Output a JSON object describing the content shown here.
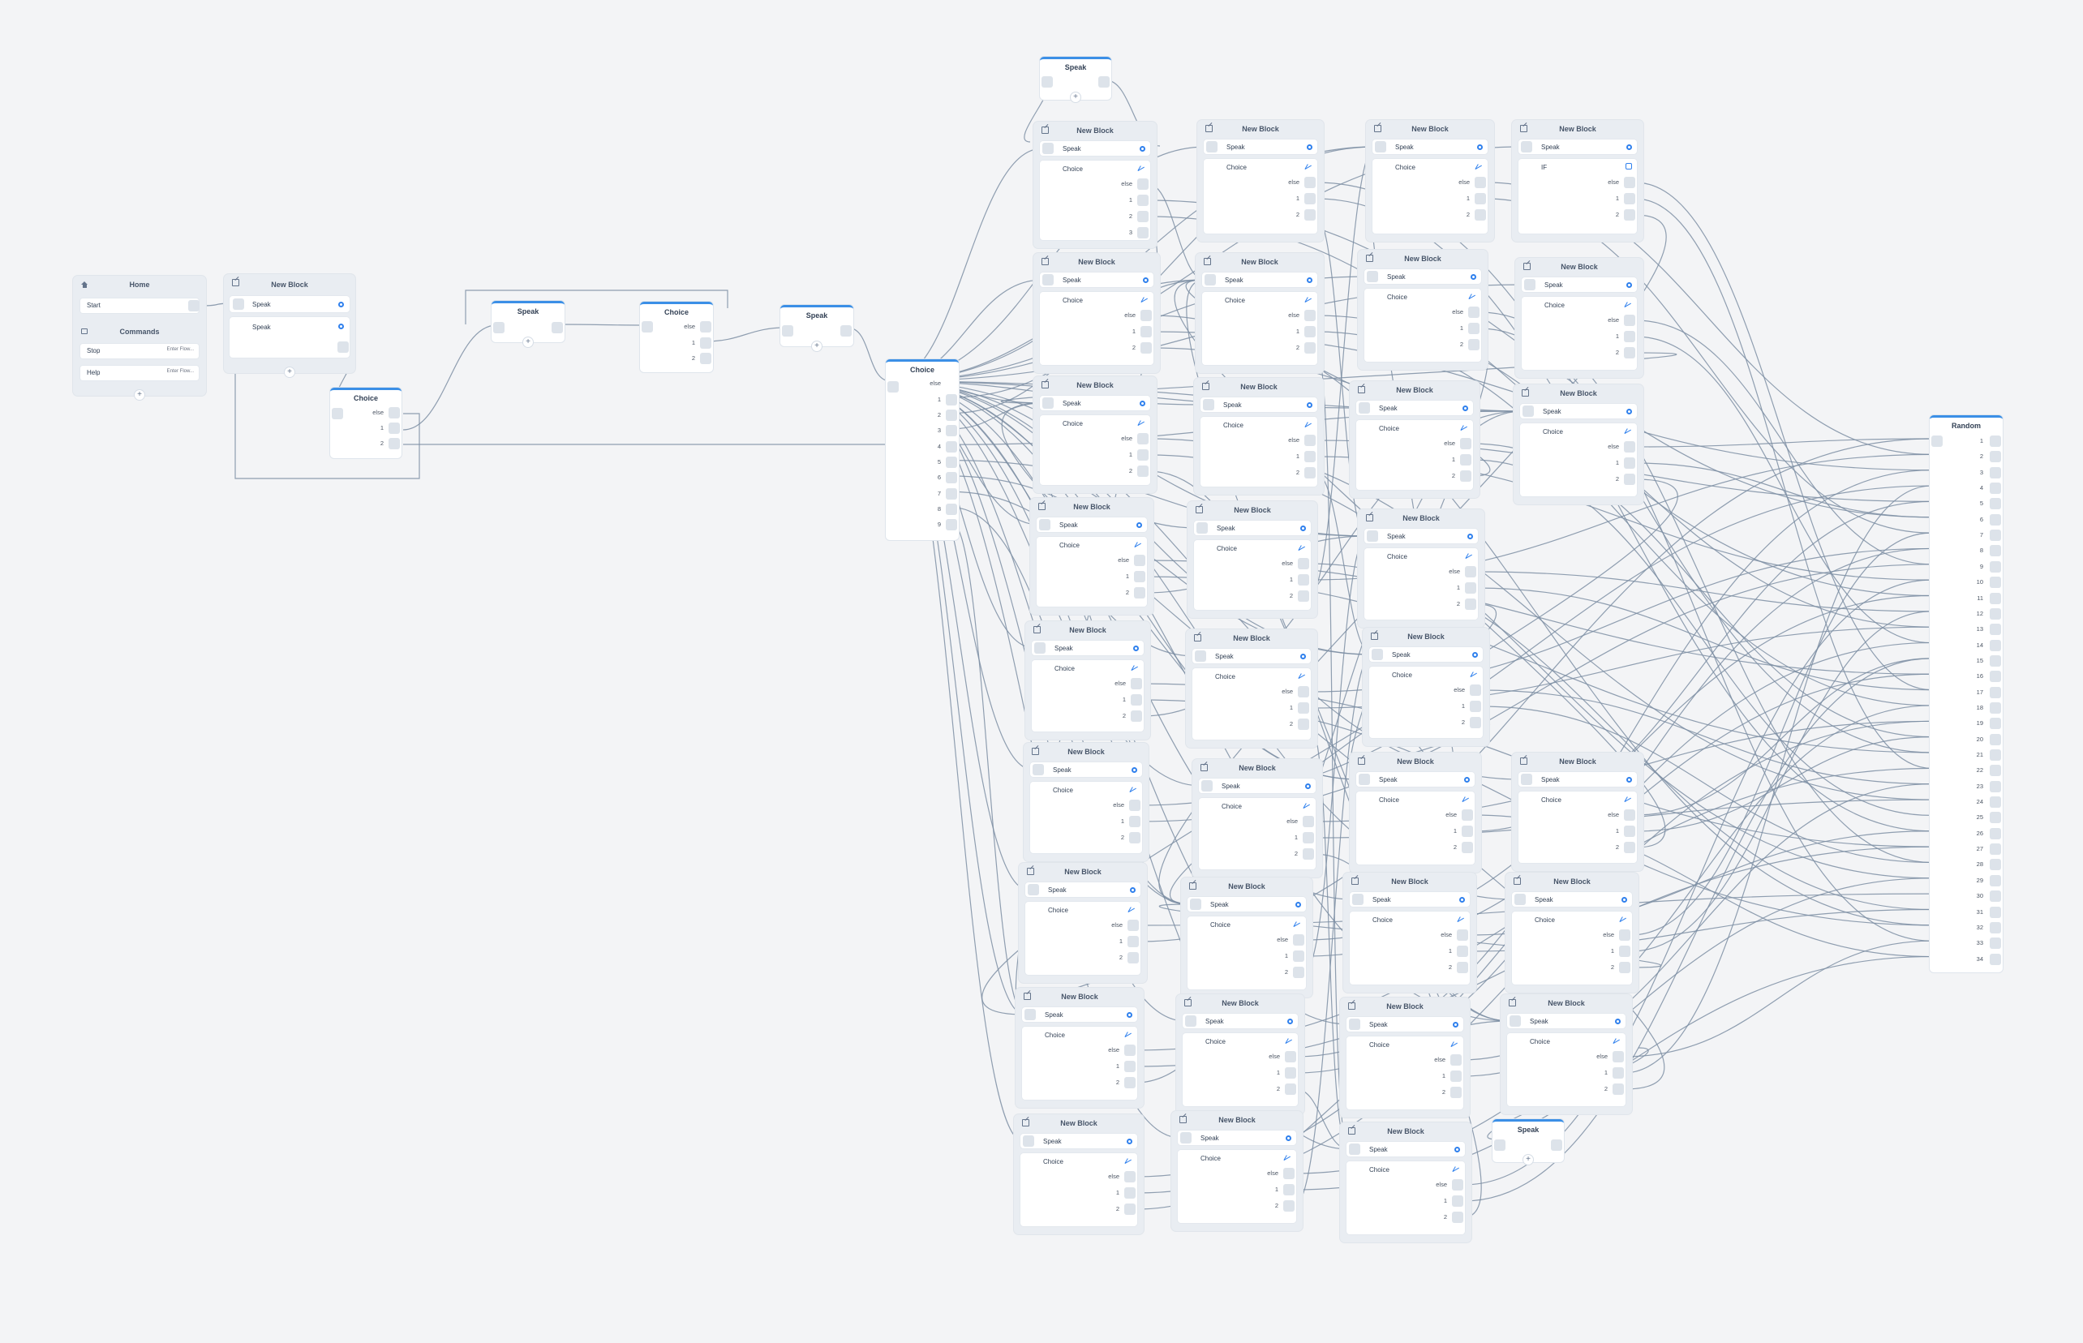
{
  "labels": {
    "speak": "Speak",
    "choice": "Choice",
    "if": "IF",
    "new_block": "New Block",
    "random": "Random",
    "plus": "+"
  },
  "home": {
    "title": "Home",
    "start": "Start",
    "commands_title": "Commands",
    "commands": [
      {
        "label": "Stop",
        "action": "Enter Flow..."
      },
      {
        "label": "Help",
        "action": "Enter Flow..."
      }
    ]
  },
  "choice_paths": [
    "else",
    "1",
    "2",
    "3"
  ],
  "big_choice_paths": [
    "else",
    "1",
    "2",
    "3",
    "4",
    "5",
    "6",
    "7",
    "8",
    "9"
  ],
  "random_paths": [
    "1",
    "2",
    "3",
    "4",
    "5",
    "6",
    "7",
    "8",
    "9",
    "10",
    "11",
    "12",
    "13",
    "14",
    "15",
    "16",
    "17",
    "18",
    "19",
    "20",
    "21",
    "22",
    "23",
    "24",
    "25",
    "26",
    "27",
    "28",
    "29",
    "30",
    "31",
    "32",
    "33",
    "34"
  ],
  "colors": {
    "canvas": "#f3f4f6",
    "accent": "#3b8fe6",
    "wire": "#7d8ea3",
    "block": "#e9edf2"
  },
  "icons": [
    "home-icon",
    "commands-icon",
    "edit-icon",
    "speak-icon",
    "choice-icon",
    "if-icon",
    "add-icon"
  ]
}
